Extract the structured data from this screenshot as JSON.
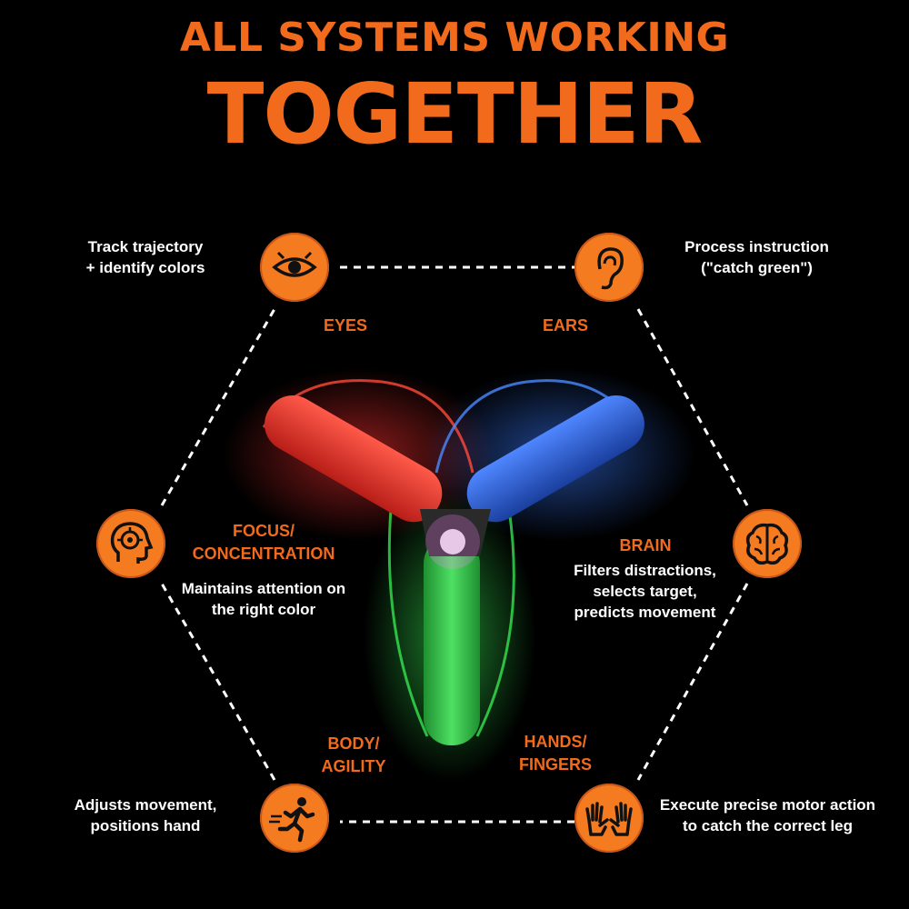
{
  "title": {
    "line1": "ALL SYSTEMS WORKING",
    "line2": "TOGETHER"
  },
  "accent_color": "#f47b20",
  "nodes": {
    "eyes": {
      "label": "EYES",
      "icon": "eye-icon",
      "desc": [
        "Track trajectory",
        "+ identify colors"
      ]
    },
    "ears": {
      "label": "EARS",
      "icon": "ear-icon",
      "desc": [
        "Process instruction",
        "(\"catch green\")"
      ]
    },
    "focus": {
      "label": [
        "FOCUS/",
        "CONCENTRATION"
      ],
      "icon": "head-target-icon",
      "desc": [
        "Maintains attention on",
        "the right color"
      ]
    },
    "brain": {
      "label": "BRAIN",
      "icon": "brain-icon",
      "desc": [
        "Filters distractions,",
        "selects target,",
        "predicts movement"
      ]
    },
    "body": {
      "label": [
        "BODY/",
        "AGILITY"
      ],
      "icon": "running-person-icon",
      "desc": [
        "Adjusts movement,",
        "positions hand"
      ]
    },
    "hands": {
      "label": [
        "HANDS/",
        "FINGERS"
      ],
      "icon": "hands-icon",
      "desc": [
        "Execute precise motor action",
        "to catch the correct leg"
      ]
    }
  },
  "toy_colors": {
    "red": "#e8352a",
    "blue": "#2b63d8",
    "green": "#33c24a"
  }
}
